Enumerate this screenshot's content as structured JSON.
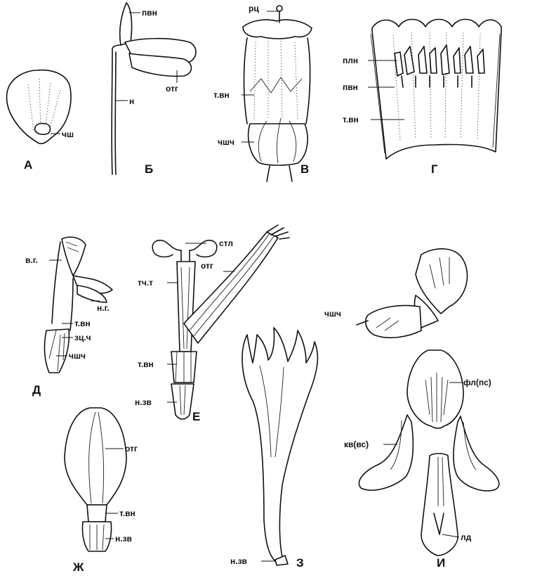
{
  "panels": {
    "A": {
      "caption": "А",
      "labels": {
        "chsh": "чш"
      }
    },
    "B": {
      "caption": "Б",
      "labels": {
        "pvn": "пвн",
        "otg": "отг",
        "n": "н"
      }
    },
    "V": {
      "caption": "В",
      "labels": {
        "rc": "рц",
        "tvn": "т.вн",
        "chshch": "чшч"
      }
    },
    "G": {
      "caption": "Г",
      "labels": {
        "pln": "плн",
        "pvn": "пвн",
        "tvn": "т.вн"
      }
    },
    "D": {
      "caption": "Д",
      "labels": {
        "vg": "в.г.",
        "ng": "н.г.",
        "tvn": "т.вн",
        "zcch": "зц.ч",
        "chshch": "чшч"
      }
    },
    "E": {
      "caption": "Е",
      "labels": {
        "stl": "стл",
        "otg": "отг",
        "tcht": "тч.т",
        "tvn": "т.вн",
        "nzv": "н.зв"
      }
    },
    "Zh": {
      "caption": "Ж",
      "labels": {
        "otg": "отг",
        "tvn": "т.вн",
        "nzv": "н.зв"
      }
    },
    "Z": {
      "caption": "З",
      "labels": {
        "nzv": "н.зв"
      }
    },
    "I": {
      "caption": "И",
      "labels": {
        "chshch": "чшч",
        "fl": "фл(пс)",
        "kv": "кв(вс)",
        "ld": "лд"
      }
    }
  }
}
